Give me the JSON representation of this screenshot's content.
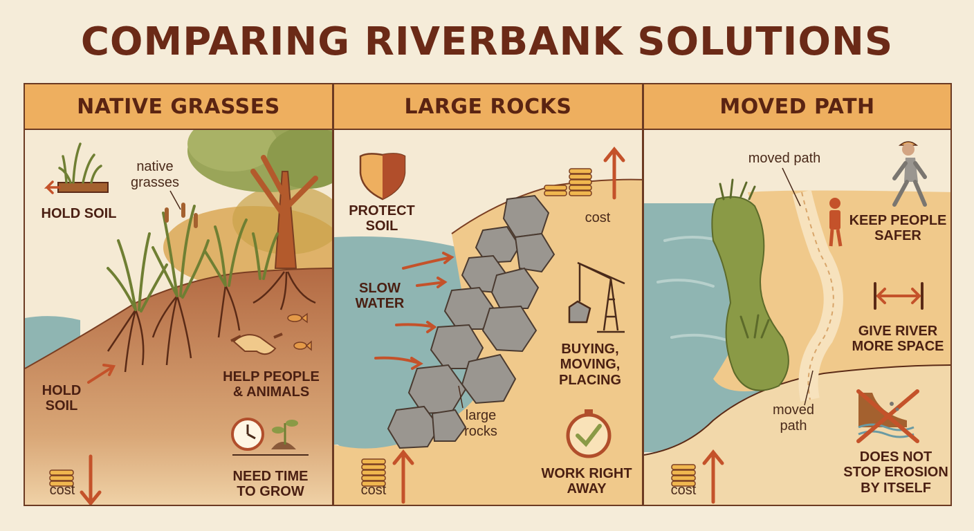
{
  "title": "COMPARING RIVERBANK SOLUTIONS",
  "panels": [
    {
      "heading": "NATIVE GRASSES",
      "labels": {
        "hold_soil_top": "HOLD SOIL",
        "native_grasses_note": "native grasses",
        "hold_soil_bottom_1": "HOLD",
        "hold_soil_bottom_2": "SOIL",
        "help_1": "HELP PEOPLE",
        "help_2": "& ANIMALS",
        "time_1": "NEED TIME",
        "time_2": "TO GROW",
        "cost": "cost"
      }
    },
    {
      "heading": "LARGE ROCKS",
      "labels": {
        "protect_1": "PROTECT",
        "protect_2": "SOIL",
        "slow_1": "SLOW",
        "slow_2": "WATER",
        "cost_top": "cost",
        "buying_1": "BUYING,",
        "buying_2": "MOVING,",
        "buying_3": "PLACING",
        "large_rocks_1": "large",
        "large_rocks_2": "rocks",
        "work_1": "WORK RIGHT",
        "work_2": "AWAY",
        "cost_bottom": "cost"
      }
    },
    {
      "heading": "MOVED PATH",
      "labels": {
        "moved_path_top": "moved path",
        "keep_1": "KEEP PEOPLE",
        "keep_2": "SAFER",
        "give_1": "GIVE RIVER",
        "give_2": "MORE SPACE",
        "moved_path_bottom_1": "moved",
        "moved_path_bottom_2": "path",
        "does_1": "DOES NOT",
        "does_2": "STOP EROSION",
        "does_3": "BY ITSELF",
        "cost": "cost"
      }
    }
  ],
  "icons": {
    "p1": [
      "grass-tuft-icon",
      "handshake-icon",
      "fish-icon",
      "clock-icon",
      "seedling-icon",
      "coin-stack-icon",
      "down-arrow-icon"
    ],
    "p2": [
      "shield-icon",
      "coin-stack-icon",
      "up-arrow-icon",
      "crane-icon",
      "checkmark-clock-icon"
    ],
    "p3": [
      "worker-icon",
      "double-arrow-icon",
      "no-erosion-icon",
      "coin-stack-icon",
      "up-arrow-icon"
    ]
  },
  "colors": {
    "title": "#6b2a17",
    "header": "#eeaf5f",
    "water": "#8fb5b2",
    "soil": "#b9714a",
    "sand": "#f0c98b",
    "grass": "#8a9a46",
    "rock": "#9a9690",
    "arrow": "#c4522a"
  }
}
